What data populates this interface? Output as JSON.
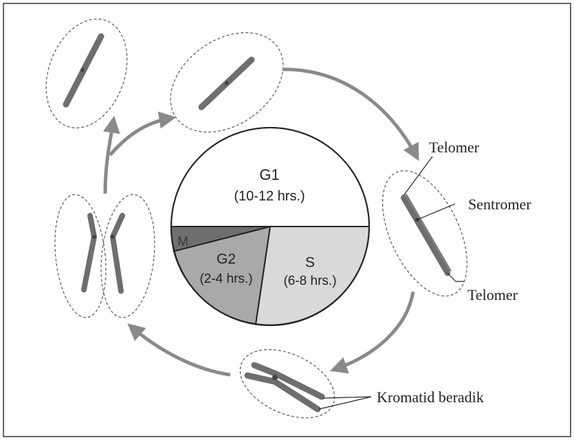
{
  "cycle": {
    "phases": [
      {
        "name": "G1",
        "duration": "(10-12 hrs.)"
      },
      {
        "name": "S",
        "duration": "(6-8 hrs.)"
      },
      {
        "name": "G2",
        "duration": "(2-4 hrs.)"
      },
      {
        "name": "M",
        "duration": ""
      }
    ]
  },
  "labels": {
    "telomer_top": "Telomer",
    "sentromer": "Sentromer",
    "telomer_bottom": "Telomer",
    "kromatid": "Kromatid beradik"
  },
  "colors": {
    "chromosome": "#6e6e6e",
    "arrow": "#8a8a8a",
    "g1_fill": "#ffffff",
    "s_fill": "#d9d9d9",
    "g2_fill": "#a9a9a9",
    "m_fill": "#6f6f6f"
  }
}
